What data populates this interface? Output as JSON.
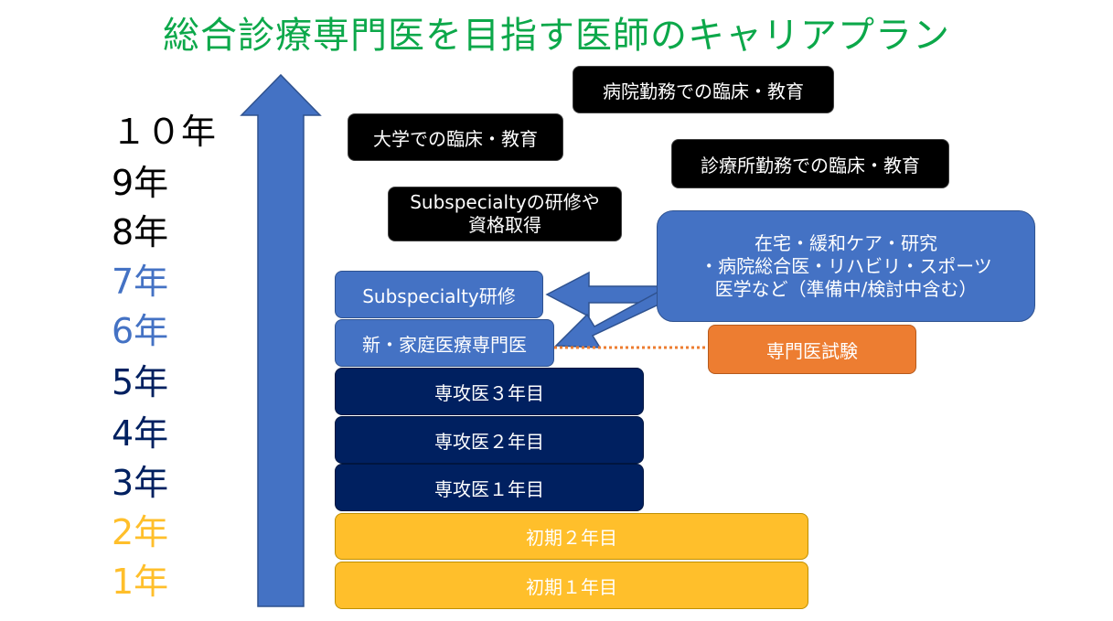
{
  "title": "総合診療専門医を目指す医師のキャリアプラン",
  "colors": {
    "title": "#0ca84a",
    "years_dark": "#000000",
    "years_navy": "#002060",
    "years_blue": "#4472c4",
    "years_gold": "#ffbf2b",
    "arrow": "#4472c4",
    "dotted_line": "#ed7d31"
  },
  "years": [
    "１０年",
    "9年",
    "8年",
    "7年",
    "6年",
    "5年",
    "4年",
    "3年",
    "2年",
    "1年"
  ],
  "boxes": {
    "hospital_clinical_education": "病院勤務での臨床・教育",
    "university_clinical_education": "大学での臨床・教育",
    "clinic_clinical_education": "診療所勤務での臨床・教育",
    "subspecialty_training_cert_line1": "Subspecialtyの研修や",
    "subspecialty_training_cert_line2": "資格取得",
    "other_options_line1": "在宅・緩和ケア・研究",
    "other_options_line2": "・病院総合医・リハビリ・スポーツ",
    "other_options_line3": "医学など（準備中/検討中含む）",
    "subspecialty_training": "Subspecialty研修",
    "new_family_medicine": "新・家庭医療専門医",
    "specialist_exam": "専門医試験",
    "resident_year3": "専攻医３年目",
    "resident_year2": "専攻医２年目",
    "resident_year1": "専攻医１年目",
    "initial_year2": "初期２年目",
    "initial_year1": "初期１年目"
  }
}
